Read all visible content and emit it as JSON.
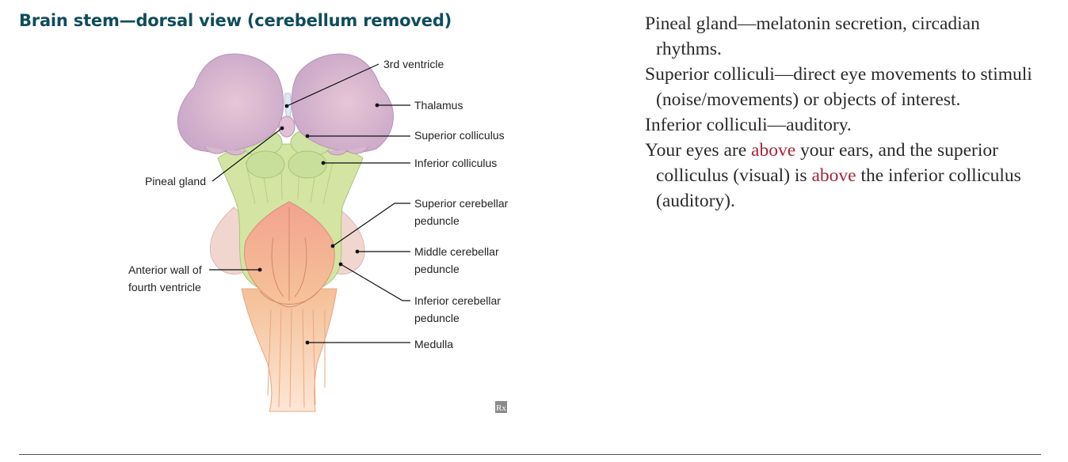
{
  "title": "Brain stem—dorsal view (cerebellum removed)",
  "labels": {
    "third_ventricle": "3rd ventricle",
    "thalamus": "Thalamus",
    "superior_colliculus": "Superior colliculus",
    "inferior_colliculus": "Inferior colliculus",
    "pineal_gland": "Pineal gland",
    "superior_cerebellar_1": "Superior cerebellar",
    "superior_cerebellar_2": "peduncle",
    "middle_cerebellar_1": "Middle cerebellar",
    "middle_cerebellar_2": "peduncle",
    "anterior_wall_1": "Anterior wall of",
    "anterior_wall_2": "fourth ventricle",
    "inferior_cerebellar_1": "Inferior cerebellar",
    "inferior_cerebellar_2": "peduncle",
    "medulla": "Medulla",
    "rx_badge": "Rx"
  },
  "notes": {
    "n1": "Pineal gland—melatonin secretion, circadian rhythms.",
    "n2": "Superior colliculi—direct eye movements to stimuli (noise/movements) or objects of interest.",
    "n3": "Inferior colliculi—auditory.",
    "n4_a": "Your eyes are ",
    "n4_b": "above",
    "n4_c": " your ears, and the superior colliculus (visual) is ",
    "n4_d": "above",
    "n4_e": " the inferior colliculus (auditory)."
  },
  "colors": {
    "title": "#0f4c5c",
    "emphasis": "#a3263a",
    "thalamus": "#d9b4cc",
    "colliculi": "#cfe3a4",
    "peduncles": "#d6e6a8",
    "medulla": "#f3b98e"
  }
}
